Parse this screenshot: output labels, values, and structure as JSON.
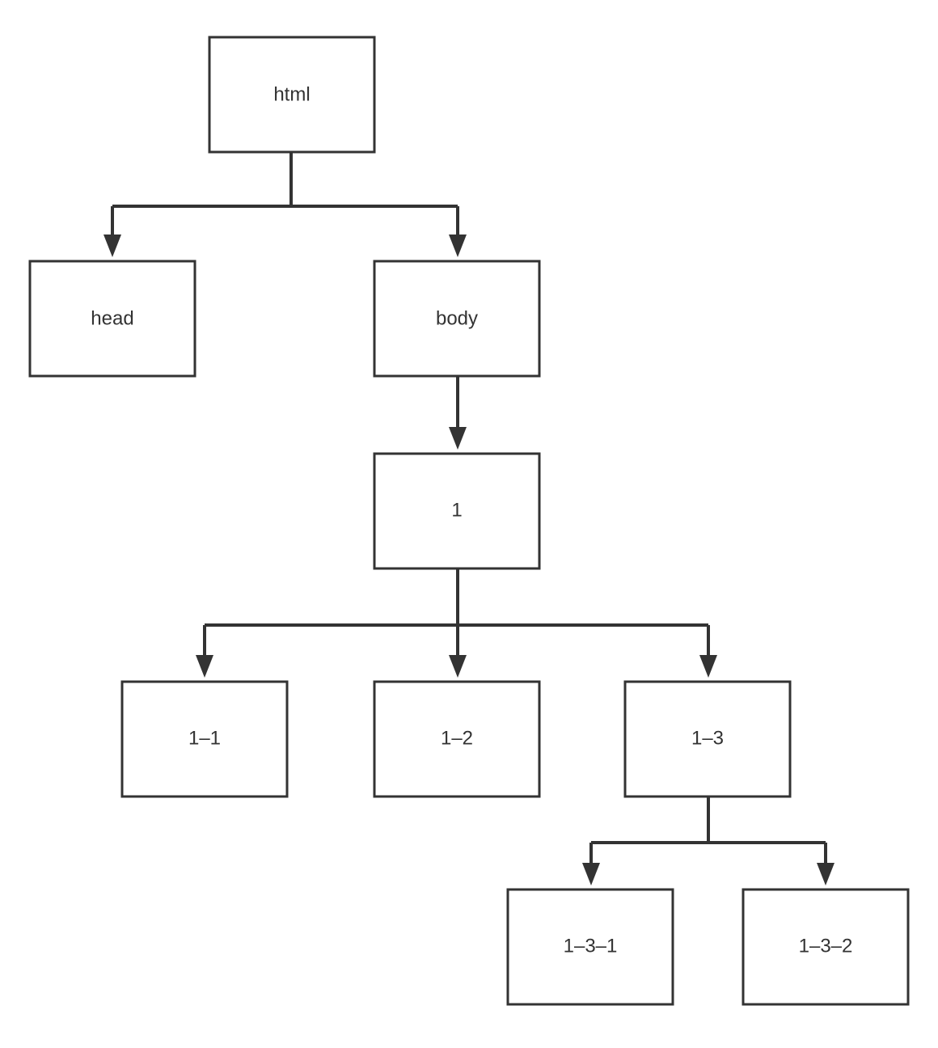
{
  "diagram": {
    "type": "tree",
    "colors": {
      "stroke": "#333333",
      "fill": "#ffffff",
      "text": "#333333"
    },
    "nodes": [
      {
        "id": "html",
        "label": "html"
      },
      {
        "id": "head",
        "label": "head"
      },
      {
        "id": "body",
        "label": "body"
      },
      {
        "id": "n1",
        "label": "1"
      },
      {
        "id": "n1_1",
        "label": "1–1"
      },
      {
        "id": "n1_2",
        "label": "1–2"
      },
      {
        "id": "n1_3",
        "label": "1–3"
      },
      {
        "id": "n1_3_1",
        "label": "1–3–1"
      },
      {
        "id": "n1_3_2",
        "label": "1–3–2"
      }
    ],
    "edges": [
      {
        "from": "html",
        "to": "head"
      },
      {
        "from": "html",
        "to": "body"
      },
      {
        "from": "body",
        "to": "n1"
      },
      {
        "from": "n1",
        "to": "n1_1"
      },
      {
        "from": "n1",
        "to": "n1_2"
      },
      {
        "from": "n1",
        "to": "n1_3"
      },
      {
        "from": "n1_3",
        "to": "n1_3_1"
      },
      {
        "from": "n1_3",
        "to": "n1_3_2"
      }
    ]
  }
}
